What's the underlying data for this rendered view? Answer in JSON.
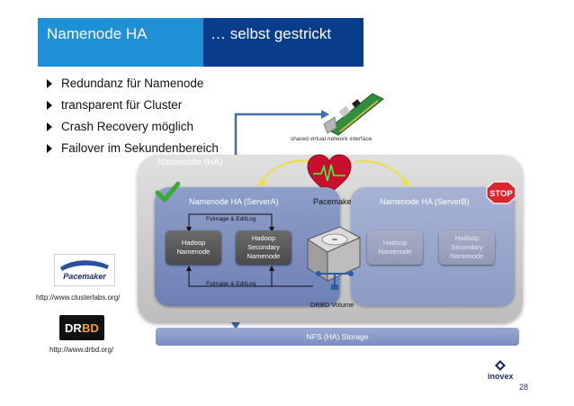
{
  "title": {
    "left": "Namenode HA",
    "right": "… selbst gestrickt"
  },
  "bullets": [
    "Redundanz für Namenode",
    "transparent für Cluster",
    "Crash Recovery möglich",
    "Failover im Sekundenbereich"
  ],
  "diagram": {
    "network_interface": "shared virtual network interface",
    "ha_group": "Namenode (HA)",
    "pacemaker": "Pacemaker",
    "server_a": "Namenode HA (ServerA)",
    "server_b": "Namenode HA (ServerB)",
    "fsimage_top": "FsImage & EditLog",
    "fsimage_bottom": "FsImage & EditLog",
    "hadoop_namenode": "Hadoop Namenode",
    "hadoop_secondary": "Hadoop Secondary Namenode",
    "hadoop_namenode_b": "Hadoop Namenode",
    "hadoop_secondary_b": "Hadoop Secondary Namenode",
    "stop": "STOP",
    "drbd_volume": "DRBD Volume",
    "nfs": "NFS (HA) Storage"
  },
  "logos": {
    "pacemaker": "Pacemaker",
    "drbd_dr": "DR",
    "drbd_bd": "BD",
    "clusterlabs_url": "http://www.clusterlabs.org/",
    "drbd_url": "http://www.drbd.org/"
  },
  "footer": {
    "brand": "inovex",
    "page": "28"
  },
  "colors": {
    "title_left": "#1f8fd6",
    "title_right": "#0a3c8c",
    "server_a": "#7b8cc0",
    "check": "#3aaa35",
    "stop": "#d8262f",
    "arrow": "#3f6fb0"
  }
}
